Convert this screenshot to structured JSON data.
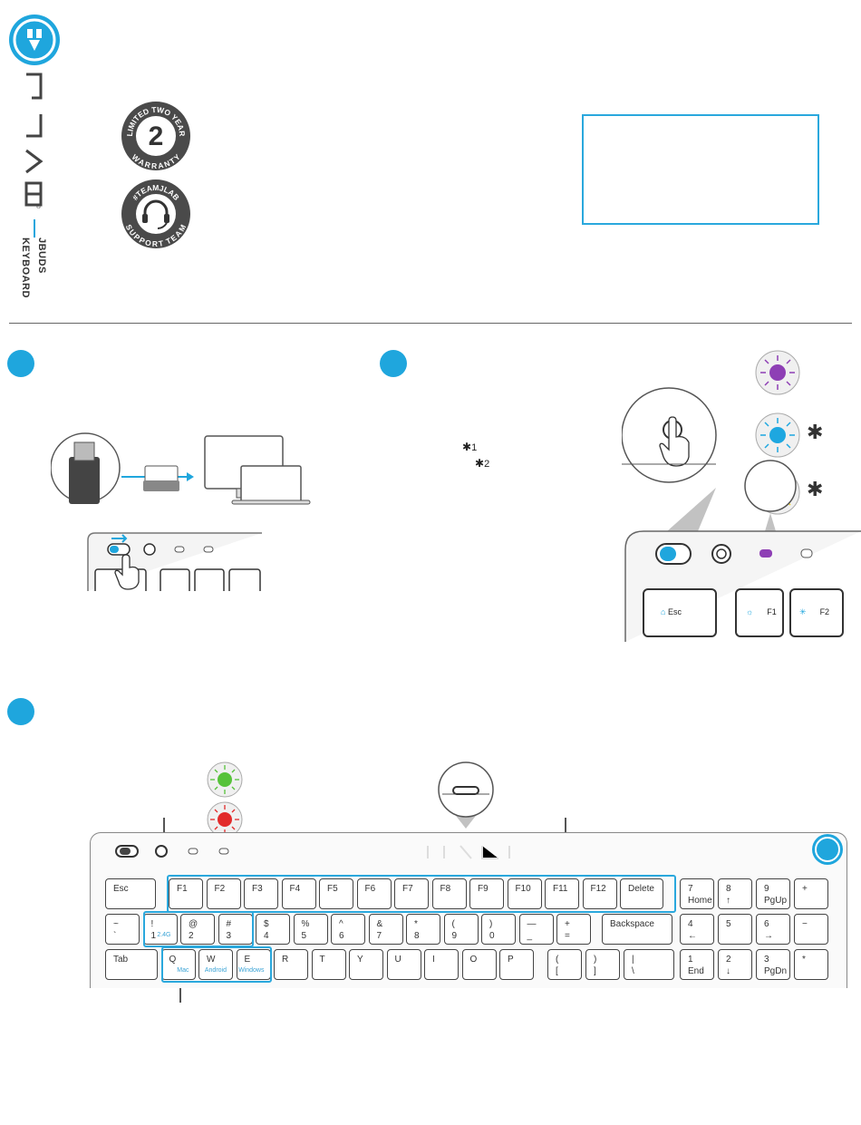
{
  "brand": {
    "product_line1": "JBUDS",
    "product_line2": "KEYBOARD",
    "registered": "®"
  },
  "badges": {
    "warranty_top": "LIMITED TWO YEAR",
    "warranty_number": "2",
    "warranty_bottom": "WARRANTY",
    "support_top": "#TEAMJLAB",
    "support_bottom": "SUPPORT TEAM"
  },
  "step2": {
    "bt1_label": "1",
    "bt2_label": "2"
  },
  "switch_keys": {
    "esc": "Esc",
    "f1": "F1",
    "f2": "F2"
  },
  "keyboard": {
    "row1": [
      "Esc",
      "F1",
      "F2",
      "F3",
      "F4",
      "F5",
      "F6",
      "F7",
      "F8",
      "F9",
      "F10",
      "F11",
      "F12",
      "Delete"
    ],
    "row2_top": [
      "~",
      "!",
      "@",
      "#",
      "$",
      "%",
      "^",
      "&",
      "*",
      "(",
      ")",
      "—",
      "+"
    ],
    "row2_bottom": [
      "`",
      "1",
      "2",
      "3",
      "4",
      "5",
      "6",
      "7",
      "8",
      "9",
      "0",
      "_",
      "="
    ],
    "row2_sub": [
      "",
      "2.4G",
      "",
      "",
      ""
    ],
    "backspace": "Backspace",
    "row3": [
      "Tab",
      "Q",
      "W",
      "E",
      "R",
      "T",
      "Y",
      "U",
      "I",
      "O",
      "P"
    ],
    "row3_sub": [
      "",
      "Mac",
      "Android",
      "Windows"
    ],
    "brackets": [
      [
        "(",
        "["
      ],
      [
        ")",
        "]"
      ],
      [
        "|",
        "\\"
      ]
    ],
    "numpad_r1": [
      [
        "7",
        "Home"
      ],
      [
        "8",
        "↑"
      ],
      [
        "9",
        "PgUp"
      ],
      [
        "+",
        ""
      ]
    ],
    "numpad_r2": [
      [
        "4",
        "←"
      ],
      [
        "5",
        ""
      ],
      [
        "6",
        "→"
      ],
      [
        "−",
        ""
      ]
    ],
    "numpad_r3": [
      [
        "1",
        "End"
      ],
      [
        "2",
        "↓"
      ],
      [
        "3",
        "PgDn"
      ],
      [
        "*",
        ""
      ]
    ]
  },
  "colors": {
    "accent": "#1fa6dd",
    "led_purple": "#8e3fb5",
    "led_blue": "#1ea7e0",
    "led_yellow": "#f3d21c",
    "led_green": "#57c23a",
    "led_red": "#e22b2b"
  }
}
